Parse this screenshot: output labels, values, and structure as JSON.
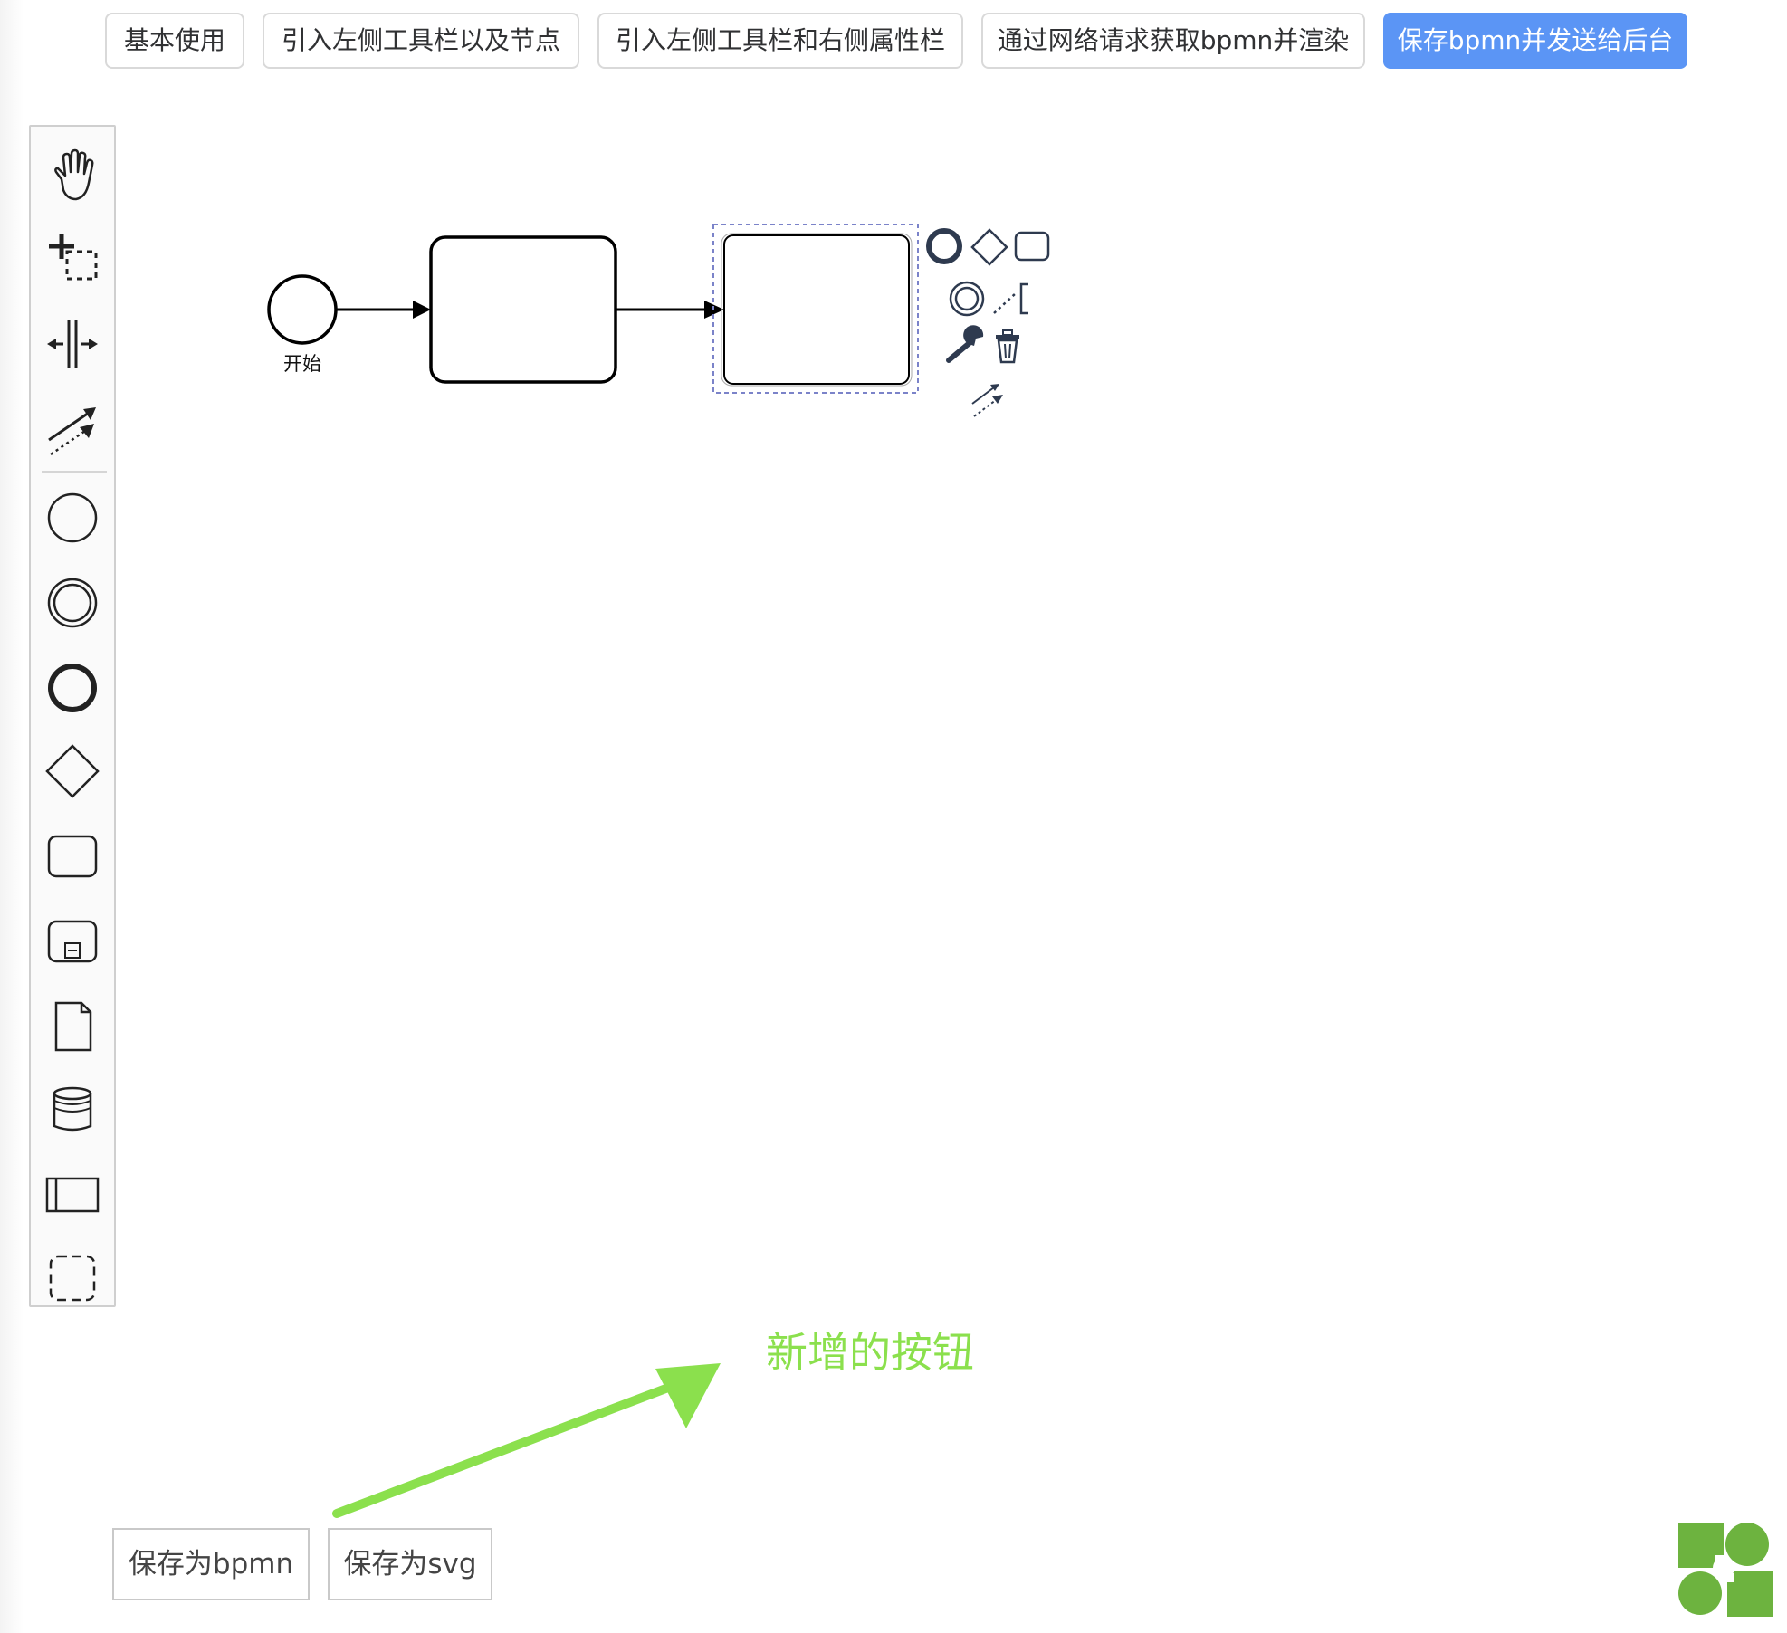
{
  "nav": {
    "buttons": [
      {
        "label": "基本使用"
      },
      {
        "label": "引入左侧工具栏以及节点"
      },
      {
        "label": "引入左侧工具栏和右侧属性栏"
      },
      {
        "label": "通过网络请求获取bpmn并渲染"
      },
      {
        "label": "保存bpmn并发送给后台"
      }
    ],
    "active_index": 4,
    "active_color": "#5b95f5"
  },
  "palette": {
    "tools": [
      "hand-tool-icon",
      "lasso-tool-icon",
      "space-tool-icon",
      "global-connect-tool-icon",
      "start-event-icon",
      "intermediate-event-icon",
      "end-event-icon",
      "gateway-icon",
      "task-icon",
      "subprocess-icon",
      "data-object-icon",
      "data-store-icon",
      "participant-pool-icon",
      "group-icon"
    ]
  },
  "diagram": {
    "start_event_label": "开始"
  },
  "annotation": {
    "text": "新增的按钮",
    "color": "#8be04d"
  },
  "footer": {
    "save_bpmn_label": "保存为bpmn",
    "save_svg_label": "保存为svg"
  },
  "brand": {
    "logo_color": "#6db33f"
  }
}
